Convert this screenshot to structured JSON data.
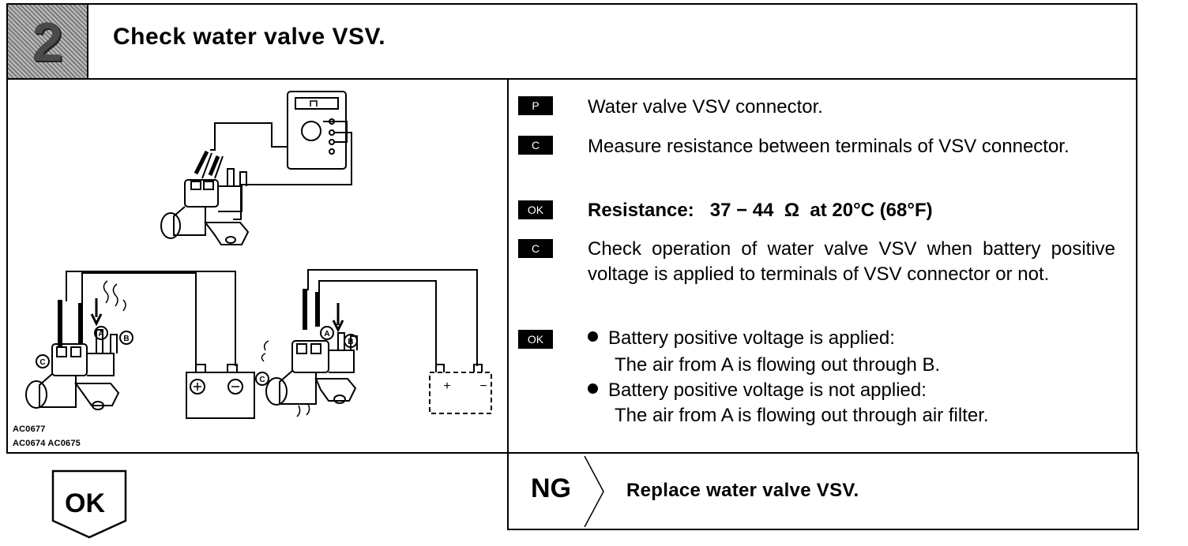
{
  "header": {
    "step_number": "2",
    "title": "Check water valve VSV."
  },
  "illustration": {
    "ref_codes": [
      "AC0677",
      "AC0674 AC0675"
    ],
    "labels": {
      "a": "A",
      "b": "B",
      "c": "C",
      "plus": "+",
      "minus": "−"
    }
  },
  "steps": [
    {
      "tag": "P",
      "text": "Water valve VSV connector."
    },
    {
      "tag": "C",
      "text": "Measure resistance between terminals of VSV connector."
    },
    {
      "tag": "OK",
      "text": "Resistance:   37 − 44  Ω  at 20°C (68°F)"
    },
    {
      "tag": "C",
      "text": "Check operation of water valve VSV when battery positive voltage is applied to terminals of VSV connector or not."
    },
    {
      "tag": "OK",
      "bullets": [
        {
          "heading": "Battery positive voltage is applied:",
          "detail": "The air from A is flowing out through B."
        },
        {
          "heading": "Battery positive voltage is not applied:",
          "detail": "The air from A is flowing out through air filter."
        }
      ]
    }
  ],
  "results": {
    "ng": {
      "label": "NG",
      "action": "Replace water valve VSV."
    },
    "ok": {
      "label": "OK"
    }
  }
}
